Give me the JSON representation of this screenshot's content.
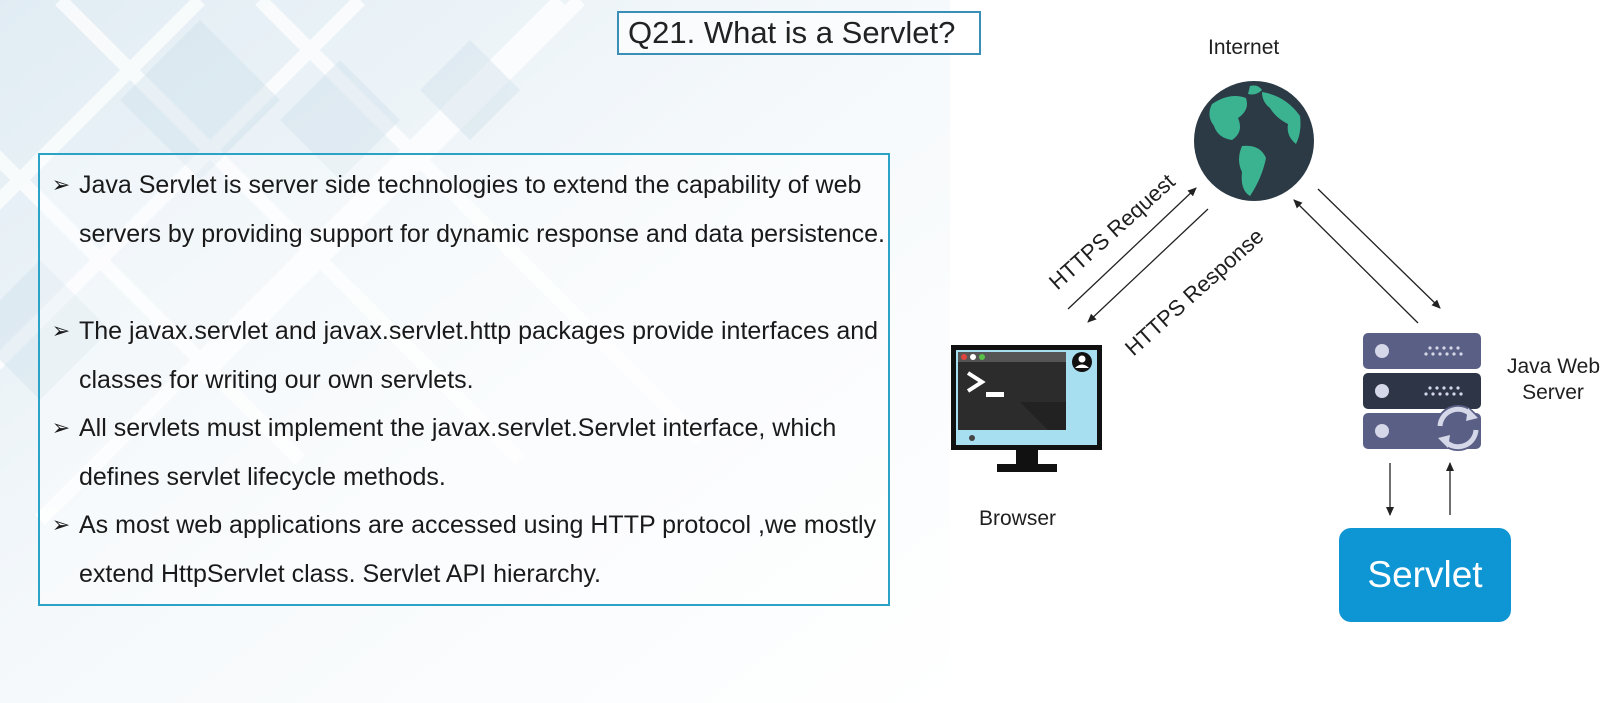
{
  "title": "Q21. What is a Servlet?",
  "bullets": [
    "Java Servlet is server side technologies to extend the capability of web servers by providing support for dynamic response and data persistence.",
    "The javax.servlet and javax.servlet.http packages provide interfaces and classes for writing our own servlets.",
    "All servlets must implement the javax.servlet.Servlet interface, which defines servlet lifecycle methods.",
    "As most web applications are accessed using HTTP protocol ,we mostly extend HttpServlet class. Servlet API hierarchy."
  ],
  "diagram": {
    "internet_label": "Internet",
    "browser_label": "Browser",
    "server_label_line1": "Java Web",
    "server_label_line2": "Server",
    "servlet_label": "Servlet",
    "request_label": "HTTPS Request",
    "response_label": "HTTPS Response"
  },
  "colors": {
    "accent_border": "#2aa3c6",
    "servlet_blue": "#0d95d4",
    "globe_ocean": "#2b3a45",
    "globe_land": "#3bb391",
    "server_rack": "#5a5f86",
    "monitor_screen": "#a8dff0"
  }
}
